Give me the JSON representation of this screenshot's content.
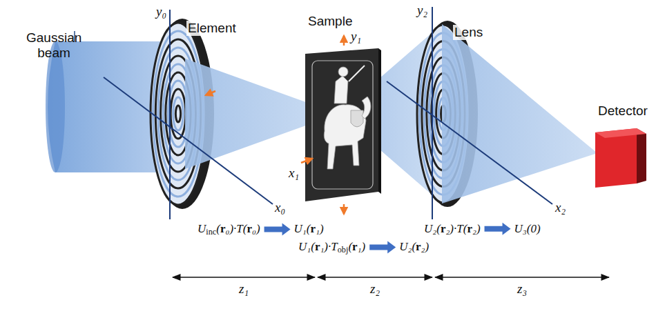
{
  "diagram": {
    "labels": [
      "Gaussian beam",
      "Element",
      "Sample",
      "Lens",
      "Detector",
      "y₀",
      "x₀",
      "y₁",
      "x₁",
      "y₂",
      "x₂",
      "Uinc(r₀)·T(r₀)",
      "U₁(r₁)",
      "U₁(r₁)·Tobj(r₁)",
      "U₂(r₂)",
      "U₂(r₂)·T(r₂)",
      "U₃(0)",
      "z₁",
      "z₂",
      "z₃"
    ]
  }
}
